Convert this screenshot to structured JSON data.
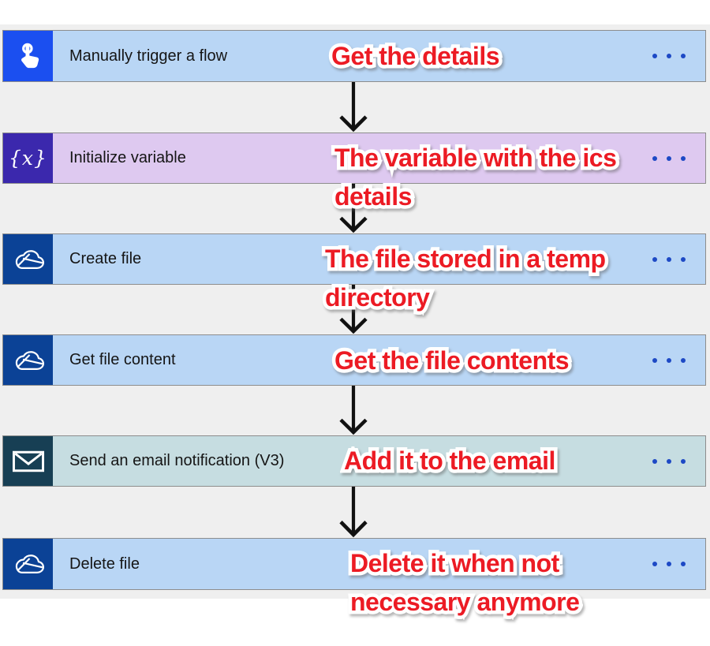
{
  "colors": {
    "canvas_band": "#efefef",
    "row_blue": "#b9d6f5",
    "row_purple": "#dec9f0",
    "row_teal": "#c6dde1",
    "icon_trigger_blue": "#1b4ff0",
    "icon_variable_indigo": "#3b28ad",
    "icon_onedrive_blue": "#0b4296",
    "icon_email_slate": "#173f54",
    "annotation_red": "#ec1b24",
    "annotation_outline": "#ffffff",
    "menu_dots_blue": "#1d49c5",
    "arrow_black": "#111111"
  },
  "steps": [
    {
      "title": "Manually trigger a flow",
      "icon": "manual-trigger-hand-icon",
      "icon_text": "",
      "annotation_lines": [
        "Get the details"
      ],
      "menu_icon": "ellipsis-menu"
    },
    {
      "title": "Initialize variable",
      "icon": "variable-braces-icon",
      "icon_text": "{x}",
      "annotation_lines": [
        "The variable with the ics",
        "details"
      ],
      "menu_icon": "ellipsis-menu"
    },
    {
      "title": "Create file",
      "icon": "onedrive-cloud-icon",
      "icon_text": "",
      "annotation_lines": [
        "The file stored in a temp",
        "directory"
      ],
      "menu_icon": "ellipsis-menu"
    },
    {
      "title": "Get file content",
      "icon": "onedrive-cloud-icon",
      "icon_text": "",
      "annotation_lines": [
        "Get the file contents"
      ],
      "menu_icon": "ellipsis-menu"
    },
    {
      "title": "Send an email notification (V3)",
      "icon": "email-envelope-icon",
      "icon_text": "",
      "annotation_lines": [
        "Add it to the email"
      ],
      "menu_icon": "ellipsis-menu"
    },
    {
      "title": "Delete file",
      "icon": "onedrive-cloud-icon",
      "icon_text": "",
      "annotation_lines": [
        "Delete it when not",
        "necessary anymore"
      ],
      "menu_icon": "ellipsis-menu"
    }
  ]
}
